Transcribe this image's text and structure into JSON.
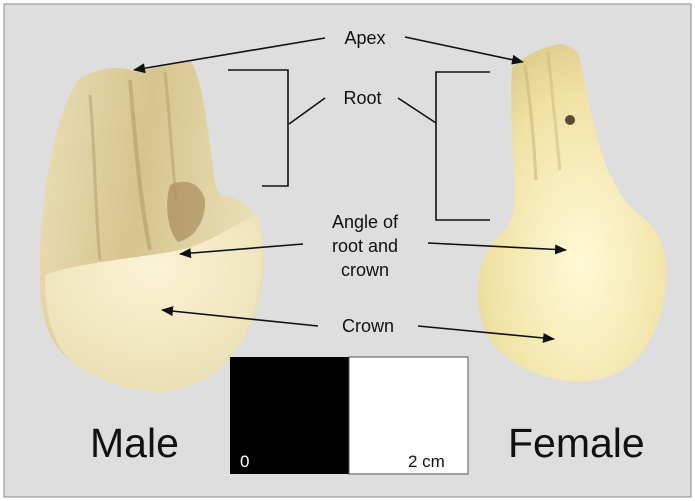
{
  "labels": {
    "apex": "Apex",
    "root": "Root",
    "angle_line1": "Angle of",
    "angle_line2": "root and",
    "angle_line3": "crown",
    "crown": "Crown"
  },
  "specimens": {
    "left": "Male",
    "right": "Female"
  },
  "scale_bar": {
    "start": "0",
    "end": "2 cm"
  },
  "colors": {
    "background": "#dedede",
    "tooth_light": "#f4ecc8",
    "tooth_mid": "#e6d9a8",
    "tooth_stain": "#9a7a4a",
    "ink": "#111111"
  }
}
